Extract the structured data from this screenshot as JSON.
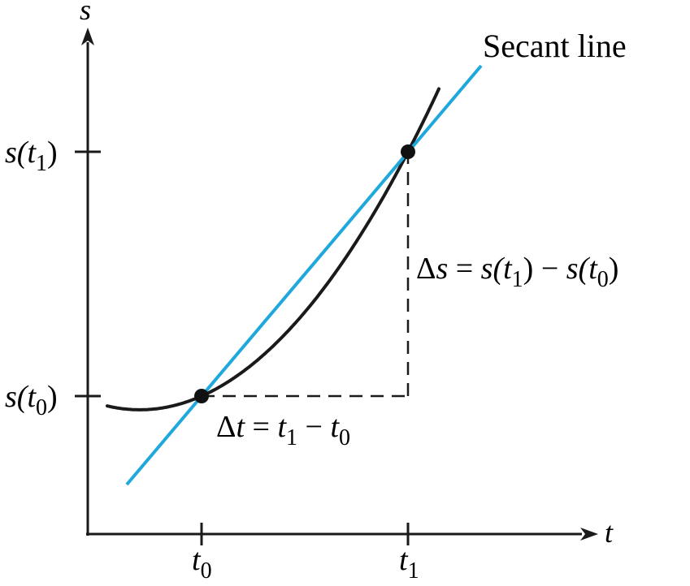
{
  "diagram": {
    "axis_labels": {
      "vertical": "s",
      "horizontal": "t"
    },
    "x_ticks": [
      {
        "base": "t",
        "sub": "0"
      },
      {
        "base": "t",
        "sub": "1"
      }
    ],
    "y_ticks": [
      {
        "pre": "s(t",
        "sub": "1",
        "post": ")"
      },
      {
        "pre": "s(t",
        "sub": "0",
        "post": ")"
      }
    ],
    "secant_label": "Secant line",
    "delta_s": {
      "prefix": "Δ",
      "var": "s",
      "eq": " = ",
      "term1_pre": "s(t",
      "term1_sub": "1",
      "term1_post": ")",
      "minus": " − ",
      "term2_pre": "s(t",
      "term2_sub": "0",
      "term2_post": ")"
    },
    "delta_t": {
      "prefix": "Δ",
      "var": "t",
      "eq": " = ",
      "term1": "t",
      "term1_sub": "1",
      "minus": " − ",
      "term2": "t",
      "term2_sub": "0"
    },
    "colors": {
      "secant": "#1ea8dc",
      "curve": "#1a1a1a",
      "axes": "#1a1a1a",
      "points": "#111111"
    }
  }
}
